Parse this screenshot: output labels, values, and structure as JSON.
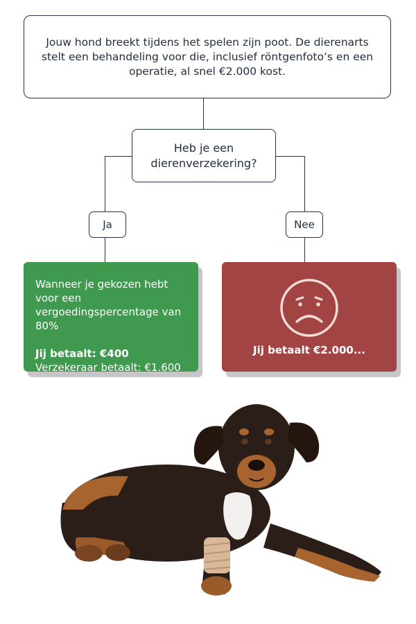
{
  "intro": {
    "text": "Jouw hond breekt tijdens het spelen zijn poot. De dierenarts stelt een behandeling voor die, inclusief röntgenfoto’s en een operatie, al snel €2.000 kost."
  },
  "question": {
    "text": "Heb je een dierenverzekering?"
  },
  "branches": {
    "yes_label": "Ja",
    "no_label": "Nee"
  },
  "outcome_yes": {
    "description": "Wanneer je gekozen hebt voor een vergoedingspercentage van 80%",
    "you_pay": "Jij betaalt: €400",
    "insurer_pays": "Verzekeraar betaalt: €1.600",
    "color": "#3f9a4f"
  },
  "outcome_no": {
    "icon": "sad-face-icon",
    "you_pay": "Jij betaalt €2.000...",
    "color": "#a24444"
  },
  "illustration": {
    "icon": "injured-puppy-with-bandaged-paw"
  }
}
